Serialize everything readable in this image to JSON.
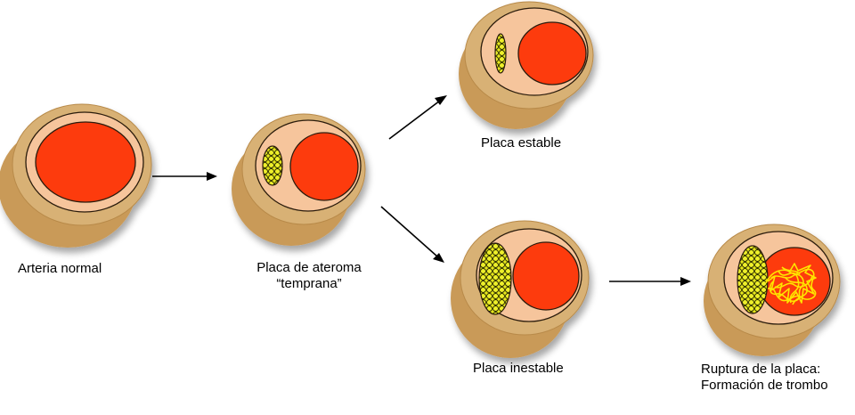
{
  "labels": {
    "normal": "Arteria normal",
    "early_line1": "Placa de ateroma",
    "early_line2": "“temprana”",
    "stable": "Placa estable",
    "unstable": "Placa inestable",
    "rupture_line1": "Ruptura de la placa:",
    "rupture_line2": "Formación de trombo"
  },
  "colors": {
    "wall_outer": "#d8b174",
    "wall_side": "#c99a58",
    "intima": "#f6c59c",
    "lumen": "#fd3b08",
    "plaque_fill": "#e7e81f",
    "thrombus": "#ffe400",
    "arrow": "#000000"
  }
}
